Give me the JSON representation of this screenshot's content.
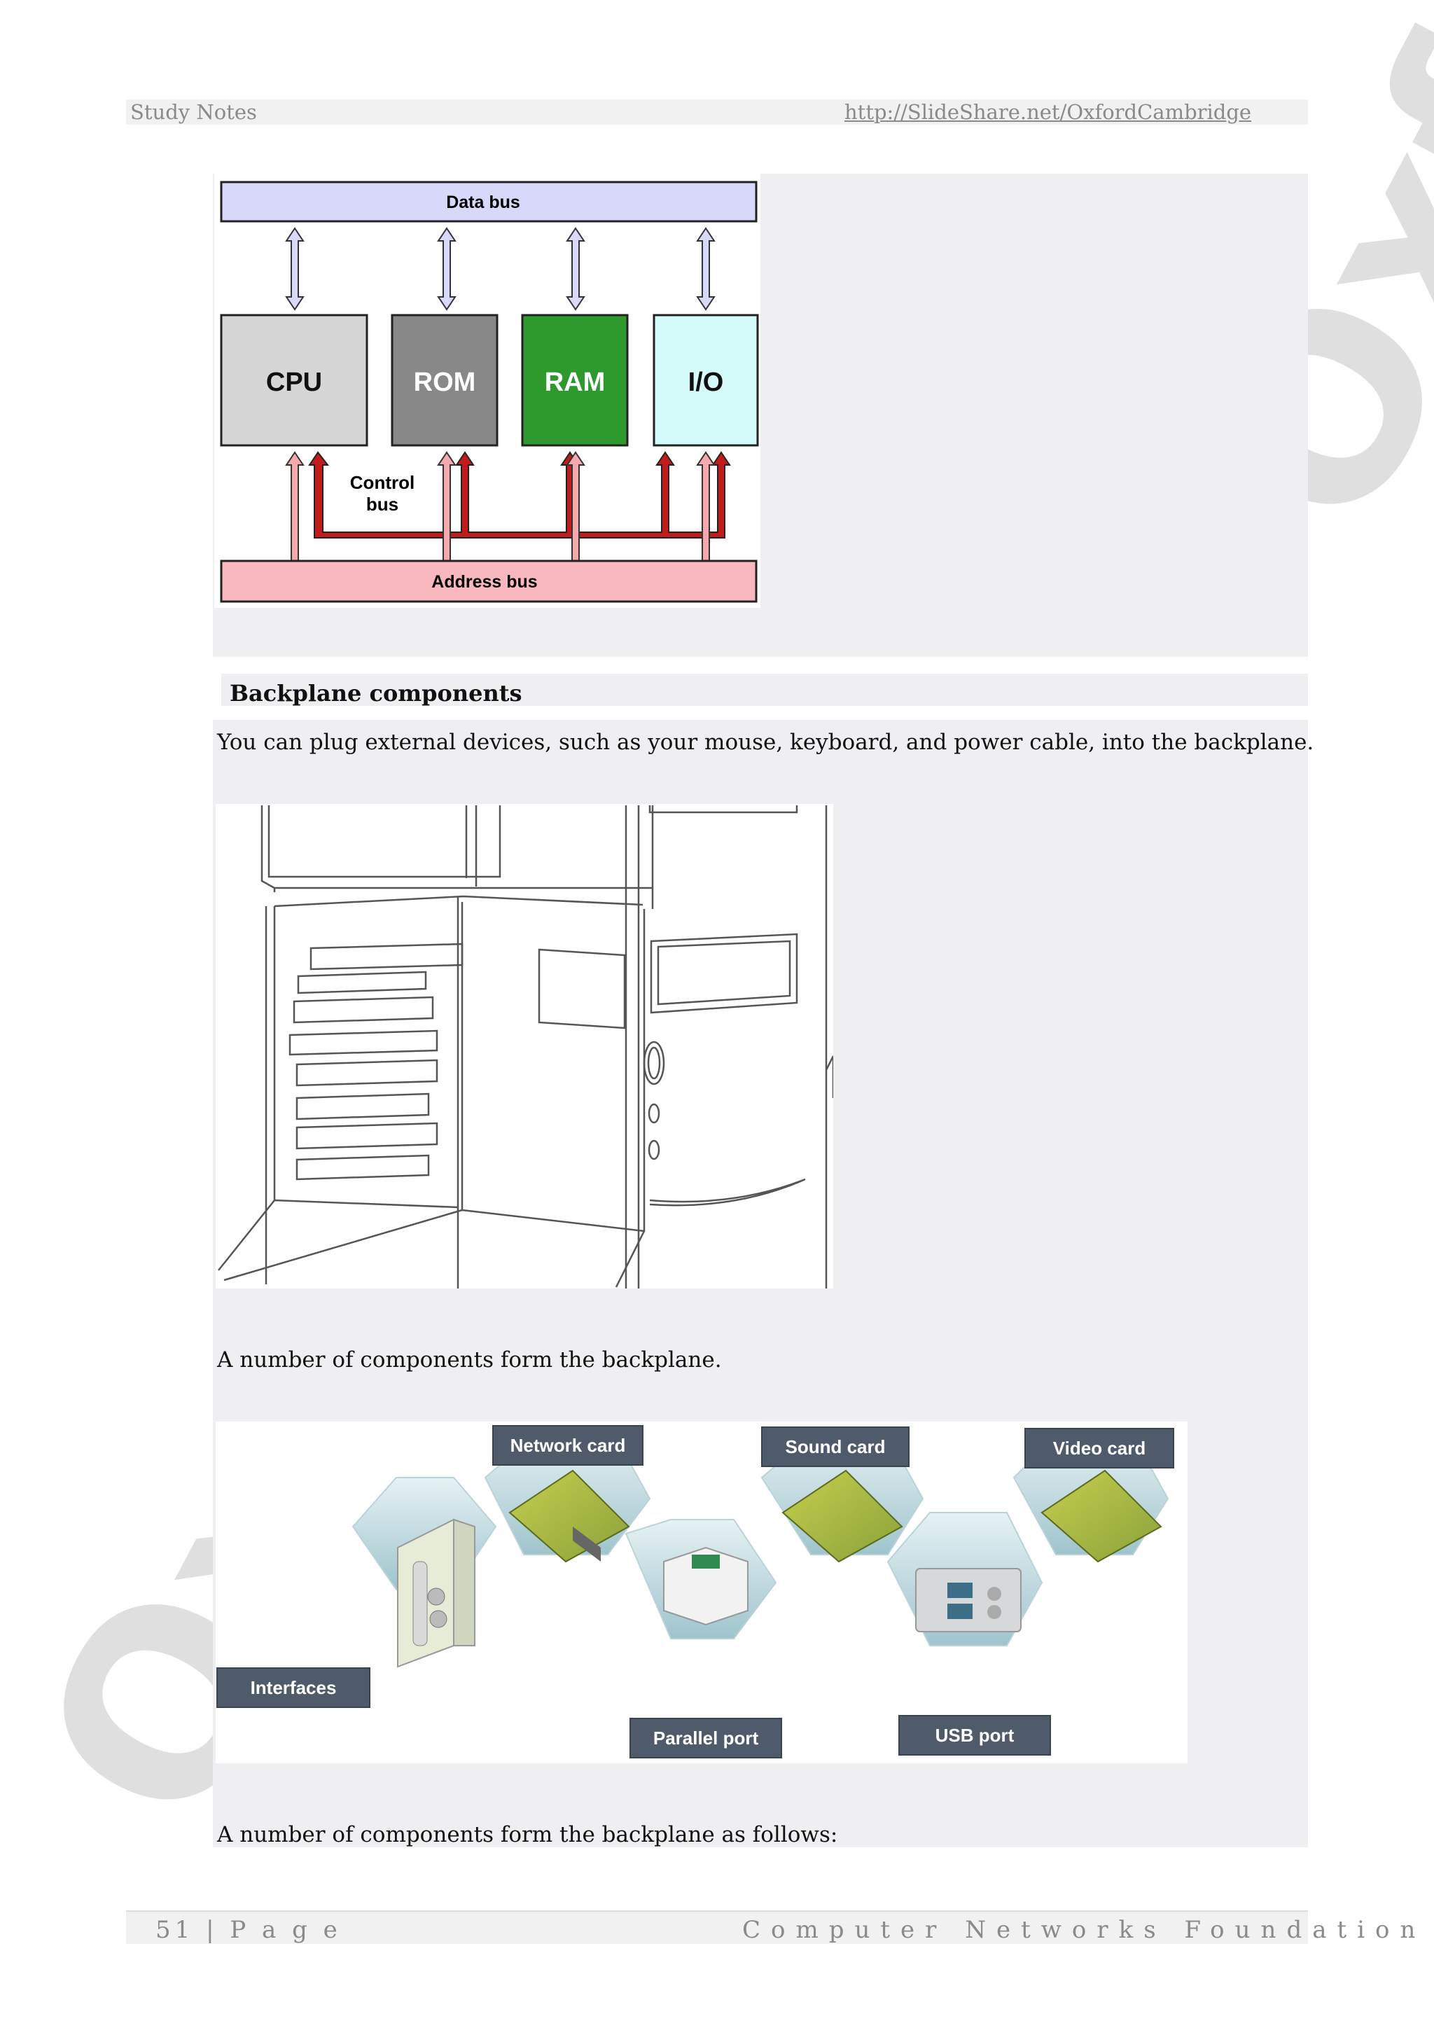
{
  "header": {
    "left": "Study Notes",
    "right": "http://SlideShare.net/OxfordCambridge"
  },
  "bus_diagram": {
    "data_bus": "Data bus",
    "address_bus": "Address bus",
    "control_bus_1": "Control",
    "control_bus_2": "bus",
    "boxes": [
      "CPU",
      "ROM",
      "RAM",
      "I/O"
    ],
    "colors": {
      "data_bus": "#d8d8fb",
      "address_bus": "#f9b8bd",
      "cpu": "#d6d6d6",
      "rom": "#888888",
      "ram": "#2e9a2e",
      "io": "#d6fbfb",
      "control": "#b01818"
    }
  },
  "section": {
    "heading": "Backplane components"
  },
  "paragraphs": {
    "p1": "You can plug external devices, such as your mouse, keyboard, and power cable, into the backplane.",
    "p2": "A number of components form the backplane.",
    "p3": "A number of components form the backplane as follows:"
  },
  "components_image": {
    "labels": {
      "network_card": "Network card",
      "sound_card": "Sound card",
      "video_card": "Video card",
      "interfaces": "Interfaces",
      "parallel_port": "Parallel port",
      "usb_port": "USB port"
    }
  },
  "watermark": {
    "top": "Oxford",
    "bottom": "Oxford"
  },
  "footer": {
    "left": "51 | P a g e",
    "right": "Computer Networks Foundation"
  }
}
